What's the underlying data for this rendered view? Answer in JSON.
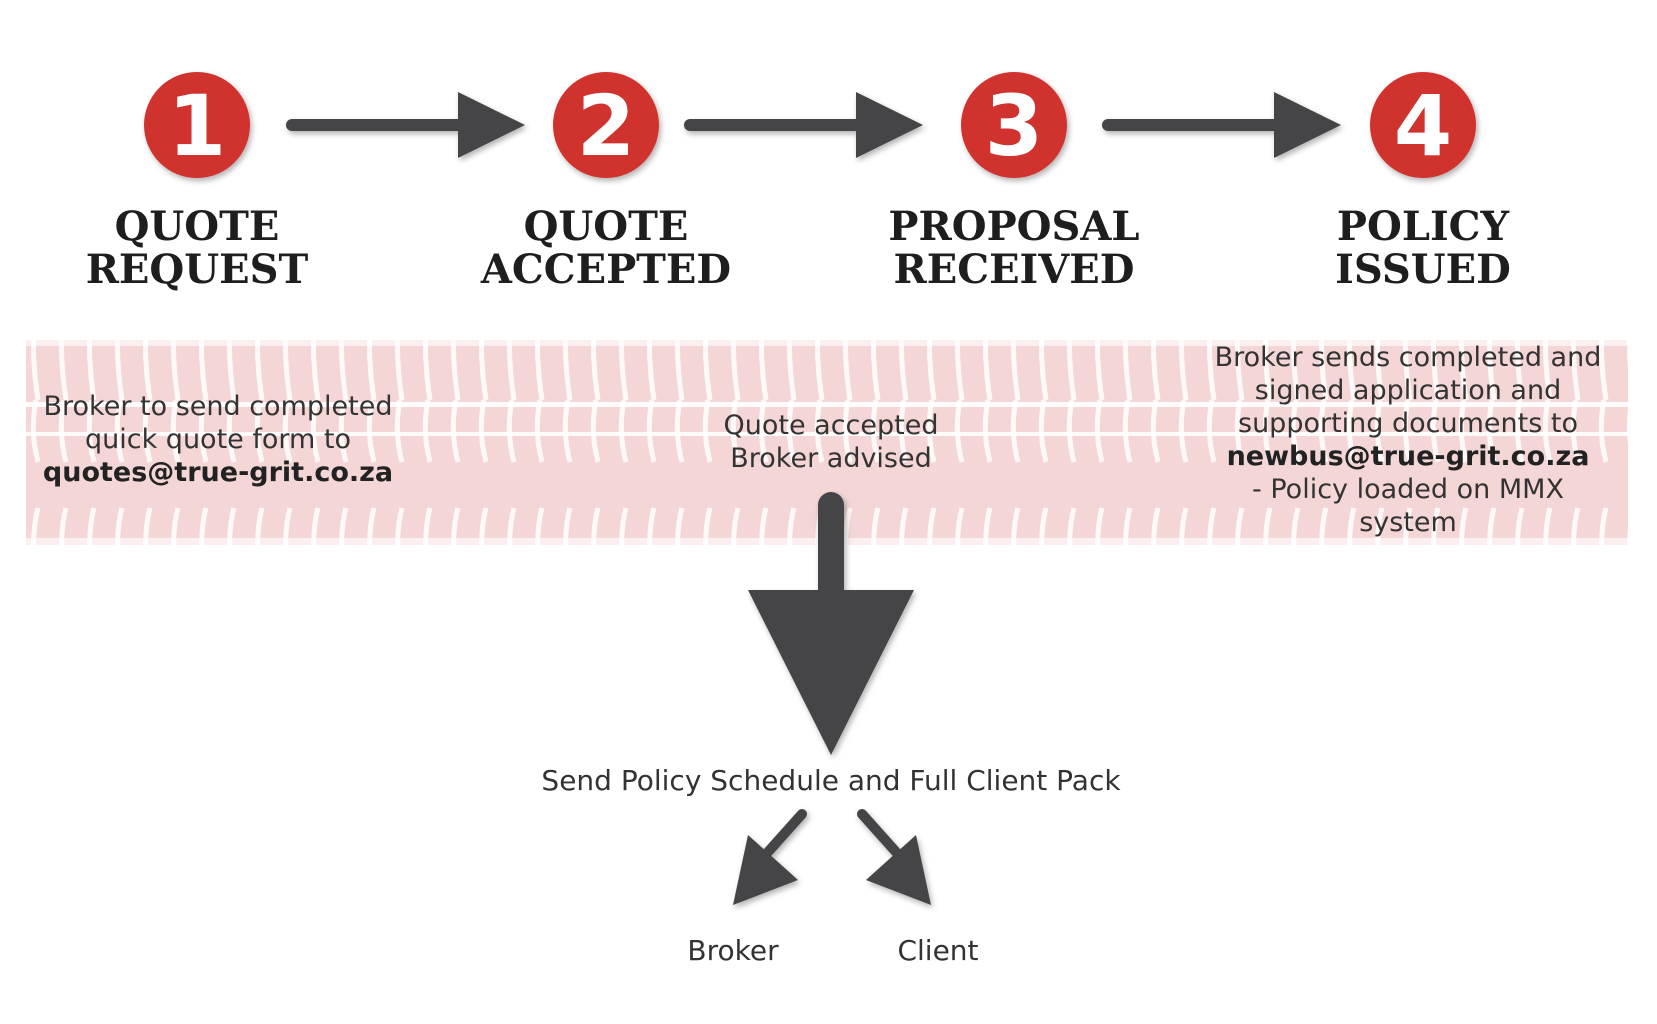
{
  "colors": {
    "accent": "#d0312f",
    "arrow": "#444446",
    "track": "#f4d6d6"
  },
  "steps": [
    {
      "number": "1",
      "title_line1": "QUOTE",
      "title_line2": "REQUEST"
    },
    {
      "number": "2",
      "title_line1": "QUOTE",
      "title_line2": "ACCEPTED"
    },
    {
      "number": "3",
      "title_line1": "PROPOSAL",
      "title_line2": "RECEIVED"
    },
    {
      "number": "4",
      "title_line1": "POLICY",
      "title_line2": "ISSUED"
    }
  ],
  "descriptions": {
    "step1": {
      "line1": "Broker to send completed",
      "line2": "quick quote form to",
      "email": "quotes@true-grit.co.za"
    },
    "step2": {
      "line1": "Quote accepted",
      "line2": "Broker advised"
    },
    "step4": {
      "line1": "Broker sends completed and",
      "line2": "signed application and",
      "line3": "supporting documents to",
      "email": "newbus@true-grit.co.za",
      "line5": "- Policy loaded on MMX",
      "line6": "system"
    }
  },
  "flow": {
    "main": "Send Policy Schedule and Full Client Pack",
    "broker": "Broker",
    "client": "Client"
  }
}
